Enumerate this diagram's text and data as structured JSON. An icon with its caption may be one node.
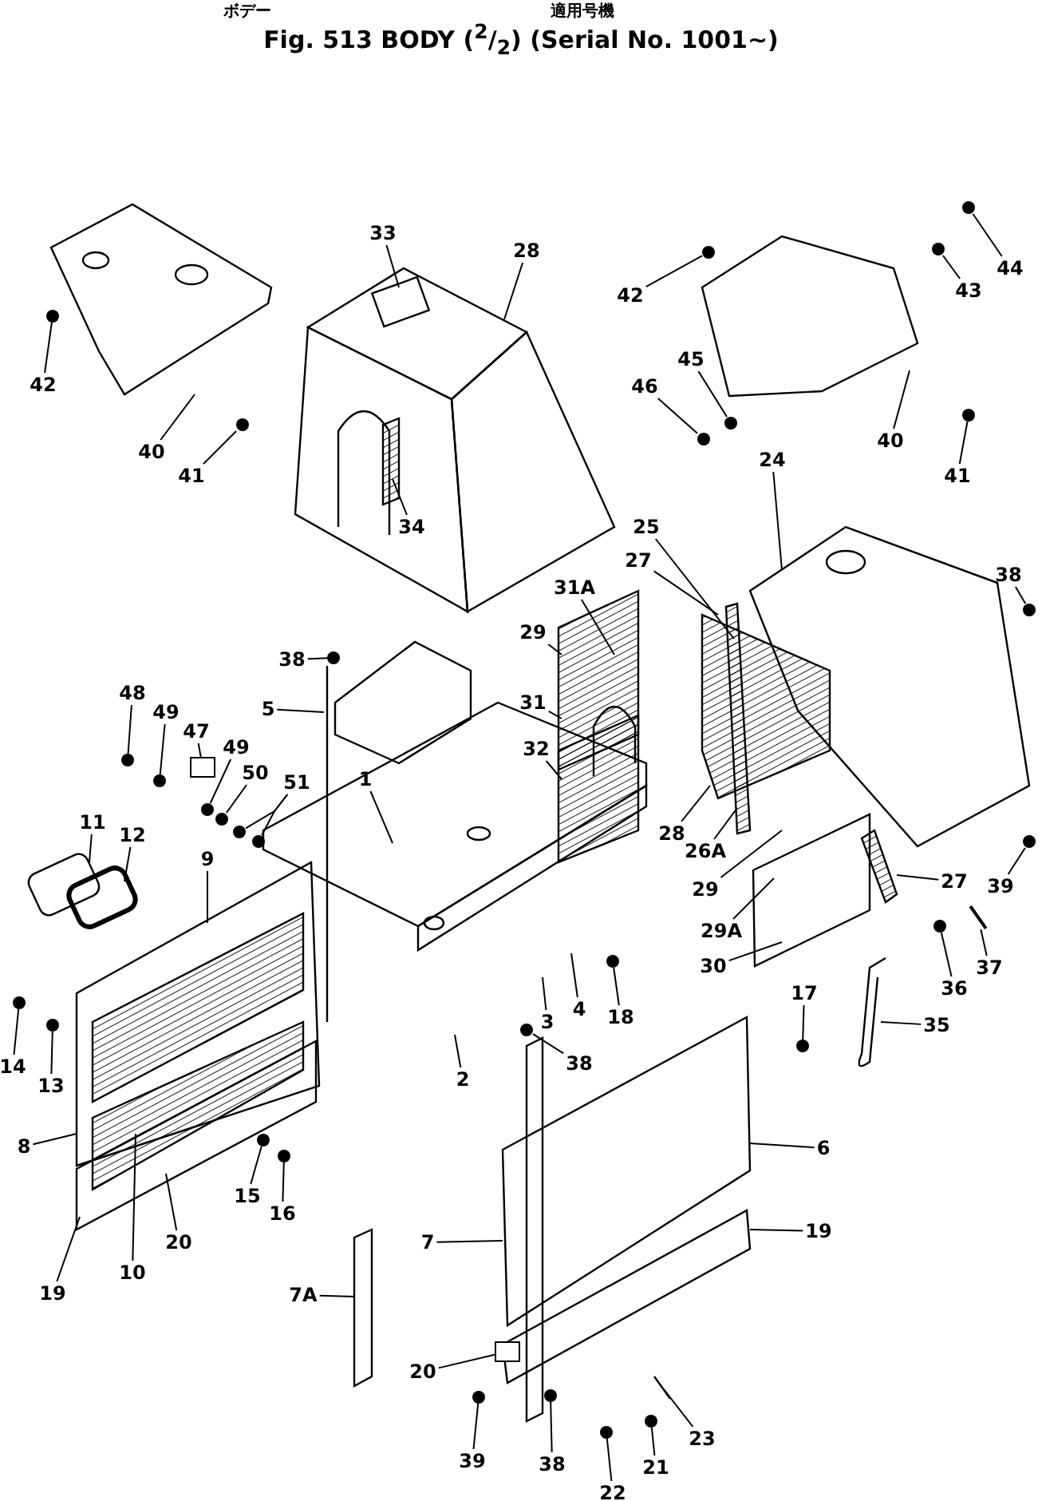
{
  "diagram": {
    "title": "Fig. 513  BODY ($^{2}$/$_{2}$) (Serial No. 1001~)",
    "nodes": [
      {
        "text": [
          "33"
        ]
      },
      {
        "text": [
          "28"
        ]
      },
      {
        "text": [
          "42"
        ]
      },
      {
        "text": [
          "40"
        ]
      },
      {
        "text": [
          "41"
        ]
      },
      {
        "text": [
          "34"
        ]
      },
      {
        "text": [
          "42"
        ]
      },
      {
        "text": [
          "43"
        ]
      },
      {
        "text": [
          "44"
        ]
      },
      {
        "text": [
          "45"
        ]
      },
      {
        "text": [
          "46"
        ]
      },
      {
        "text": [
          "40"
        ]
      },
      {
        "text": [
          "41"
        ]
      },
      {
        "text": [
          "24"
        ]
      },
      {
        "text": [
          "25"
        ]
      },
      {
        "text": [
          "27"
        ]
      },
      {
        "text": [
          "31A"
        ]
      },
      {
        "text": [
          "29"
        ]
      },
      {
        "text": [
          "38"
        ]
      },
      {
        "text": [
          "5"
        ]
      },
      {
        "text": [
          "31"
        ]
      },
      {
        "text": [
          "32"
        ]
      },
      {
        "text": [
          "48"
        ]
      },
      {
        "text": [
          "49"
        ]
      },
      {
        "text": [
          "47"
        ]
      },
      {
        "text": [
          "49"
        ]
      },
      {
        "text": [
          "50"
        ]
      },
      {
        "text": [
          "51"
        ]
      },
      {
        "text": [
          "11"
        ]
      },
      {
        "text": [
          "12"
        ]
      },
      {
        "text": [
          "9"
        ]
      },
      {
        "text": [
          "1"
        ]
      },
      {
        "text": [
          "28"
        ]
      },
      {
        "text": [
          "26A"
        ]
      },
      {
        "text": [
          "29"
        ]
      },
      {
        "text": [
          "29A"
        ]
      },
      {
        "text": [
          "27"
        ]
      },
      {
        "text": [
          "30"
        ]
      },
      {
        "text": [
          "39"
        ]
      },
      {
        "text": [
          "36"
        ]
      },
      {
        "text": [
          "37"
        ]
      },
      {
        "text": [
          "35"
        ]
      },
      {
        "text": [
          "14"
        ]
      },
      {
        "text": [
          "13"
        ]
      },
      {
        "text": [
          "3"
        ]
      },
      {
        "text": [
          "4"
        ]
      },
      {
        "text": [
          "18"
        ]
      },
      {
        "text": [
          "17"
        ]
      },
      {
        "text": [
          "2"
        ]
      },
      {
        "text": [
          "38"
        ]
      },
      {
        "text": [
          "8"
        ]
      },
      {
        "text": [
          "15"
        ]
      },
      {
        "text": [
          "16"
        ]
      },
      {
        "text": [
          "6"
        ]
      },
      {
        "text": [
          "10"
        ]
      },
      {
        "text": [
          "20"
        ]
      },
      {
        "text": [
          "19"
        ]
      },
      {
        "text": [
          "7"
        ]
      },
      {
        "text": [
          "19"
        ]
      },
      {
        "text": [
          "7A"
        ]
      },
      {
        "text": [
          "20"
        ]
      },
      {
        "text": [
          "39"
        ]
      },
      {
        "text": [
          "38"
        ]
      },
      {
        "text": [
          "21"
        ]
      },
      {
        "text": [
          "22"
        ]
      },
      {
        "text": [
          "23"
        ]
      },
      {
        "text": [
          "38"
        ]
      },
      {
        "text": [],
        "shape": "circle"
      },
      {
        "text": [],
        "shape": "circle"
      },
      {
        "text": [],
        "shape": "circle"
      },
      {
        "text": [],
        "shape": "circle"
      },
      {
        "text": [],
        "shape": "circle"
      },
      {
        "text": [],
        "shape": "circle"
      },
      {
        "text": [],
        "shape": "circle"
      },
      {
        "text": [],
        "shape": "circle"
      },
      {
        "text": [],
        "shape": "circle"
      },
      {
        "text": [],
        "shape": "circle"
      },
      {
        "text": [],
        "shape": "circle"
      },
      {
        "text": [],
        "shape": "circle"
      },
      {
        "text": [],
        "shape": "circle"
      },
      {
        "text": [],
        "shape": "circle"
      },
      {
        "text": [],
        "shape": "circle"
      },
      {
        "text": [],
        "shape": "circle"
      },
      {
        "text": [],
        "shape": "circle"
      },
      {
        "text": [],
        "shape": "circle"
      },
      {
        "text": [],
        "shape": "circle"
      },
      {
        "text": [],
        "shape": "circle"
      },
      {
        "text": [],
        "shape": "circle"
      },
      {
        "text": [],
        "shape": "circle"
      },
      {
        "text": [],
        "shape": "circle"
      },
      {
        "text": [],
        "shape": "circle"
      },
      {
        "text": [],
        "shape": "circle"
      },
      {
        "text": [],
        "shape": "circle"
      },
      {
        "text": [],
        "shape": "circle"
      },
      {
        "text": [],
        "shape": "circle"
      },
      {
        "text": [],
        "shape": "circle"
      },
      {
        "text": [],
        "shape": "box"
      },
      {
        "text": [],
        "shape": "box"
      },
      {
        "text": [],
        "shape": "bar"
      }
    ],
    "edges": [
      {
        "from": 0,
        "to": null,
        "arrow": "none"
      },
      {
        "from": 1,
        "to": null,
        "arrow": "none"
      },
      {
        "from": 2,
        "to": 67,
        "arrow": "none"
      },
      {
        "from": 3,
        "to": null,
        "arrow": "none"
      },
      {
        "from": 4,
        "to": 68,
        "arrow": "none"
      },
      {
        "from": 5,
        "to": null,
        "arrow": "none"
      },
      {
        "from": 6,
        "to": 69,
        "arrow": "none"
      },
      {
        "from": 7,
        "to": 70,
        "arrow": "none"
      },
      {
        "from": 8,
        "to": 71,
        "arrow": "none"
      },
      {
        "from": 9,
        "to": 72,
        "arrow": "none"
      },
      {
        "from": 10,
        "to": 73,
        "arrow": "none"
      },
      {
        "from": 11,
        "to": null,
        "arrow": "none"
      },
      {
        "from": 12,
        "to": 74,
        "arrow": "none"
      },
      {
        "from": 13,
        "to": null,
        "arrow": "none"
      },
      {
        "from": 14,
        "to": null,
        "arrow": "none"
      },
      {
        "from": 15,
        "to": null,
        "arrow": "none"
      },
      {
        "from": 16,
        "to": null,
        "arrow": "none"
      },
      {
        "from": 17,
        "to": null,
        "arrow": "none"
      },
      {
        "from": 18,
        "to": 75,
        "arrow": "none"
      },
      {
        "from": 19,
        "to": null,
        "arrow": "none"
      },
      {
        "from": 20,
        "to": null,
        "arrow": "none"
      },
      {
        "from": 21,
        "to": null,
        "arrow": "none"
      },
      {
        "from": 22,
        "to": 76,
        "arrow": "none"
      },
      {
        "from": 23,
        "to": 77,
        "arrow": "none"
      },
      {
        "from": 24,
        "to": 96,
        "arrow": "none"
      },
      {
        "from": 25,
        "to": 78,
        "arrow": "none"
      },
      {
        "from": 26,
        "to": 79,
        "arrow": "none"
      },
      {
        "from": 27,
        "to": 80,
        "arrow": "none"
      },
      {
        "from": 28,
        "to": null,
        "arrow": "none"
      },
      {
        "from": 29,
        "to": null,
        "arrow": "none"
      },
      {
        "from": 30,
        "to": null,
        "arrow": "none"
      },
      {
        "from": 31,
        "to": null,
        "arrow": "none"
      },
      {
        "from": 32,
        "to": null,
        "arrow": "none"
      },
      {
        "from": 33,
        "to": null,
        "arrow": "none"
      },
      {
        "from": 34,
        "to": null,
        "arrow": "none"
      },
      {
        "from": 35,
        "to": null,
        "arrow": "none"
      },
      {
        "from": 36,
        "to": null,
        "arrow": "none"
      },
      {
        "from": 37,
        "to": null,
        "arrow": "none"
      },
      {
        "from": 38,
        "to": 89,
        "arrow": "none"
      },
      {
        "from": 39,
        "to": 90,
        "arrow": "none"
      },
      {
        "from": 40,
        "to": 98,
        "arrow": "none"
      },
      {
        "from": 41,
        "to": null,
        "arrow": "none"
      },
      {
        "from": 42,
        "to": 82,
        "arrow": "none"
      },
      {
        "from": 43,
        "to": 83,
        "arrow": "none"
      },
      {
        "from": 44,
        "to": null,
        "arrow": "none"
      },
      {
        "from": 45,
        "to": null,
        "arrow": "none"
      },
      {
        "from": 46,
        "to": 87,
        "arrow": "none"
      },
      {
        "from": 47,
        "to": 88,
        "arrow": "none"
      },
      {
        "from": 48,
        "to": null,
        "arrow": "none"
      },
      {
        "from": 49,
        "to": 86,
        "arrow": "none"
      },
      {
        "from": 50,
        "to": null,
        "arrow": "none"
      },
      {
        "from": 51,
        "to": 84,
        "arrow": "none"
      },
      {
        "from": 52,
        "to": 85,
        "arrow": "none"
      },
      {
        "from": 53,
        "to": null,
        "arrow": "none"
      },
      {
        "from": 54,
        "to": null,
        "arrow": "none"
      },
      {
        "from": 55,
        "to": null,
        "arrow": "none"
      },
      {
        "from": 56,
        "to": null,
        "arrow": "none"
      },
      {
        "from": 57,
        "to": null,
        "arrow": "none"
      },
      {
        "from": 58,
        "to": null,
        "arrow": "none"
      },
      {
        "from": 59,
        "to": null,
        "arrow": "none"
      },
      {
        "from": 60,
        "to": 97,
        "arrow": "none"
      },
      {
        "from": 61,
        "to": 91,
        "arrow": "none"
      },
      {
        "from": 62,
        "to": 92,
        "arrow": "none"
      },
      {
        "from": 63,
        "to": 93,
        "arrow": "none"
      },
      {
        "from": 64,
        "to": 94,
        "arrow": "none"
      },
      {
        "from": 65,
        "to": null,
        "arrow": "none"
      },
      {
        "from": 27,
        "to": 81,
        "arrow": "none"
      },
      {
        "from": 66,
        "to": 95,
        "arrow": "none"
      }
    ],
    "labels": [
      "ボデー",
      "適用号機"
    ]
  }
}
